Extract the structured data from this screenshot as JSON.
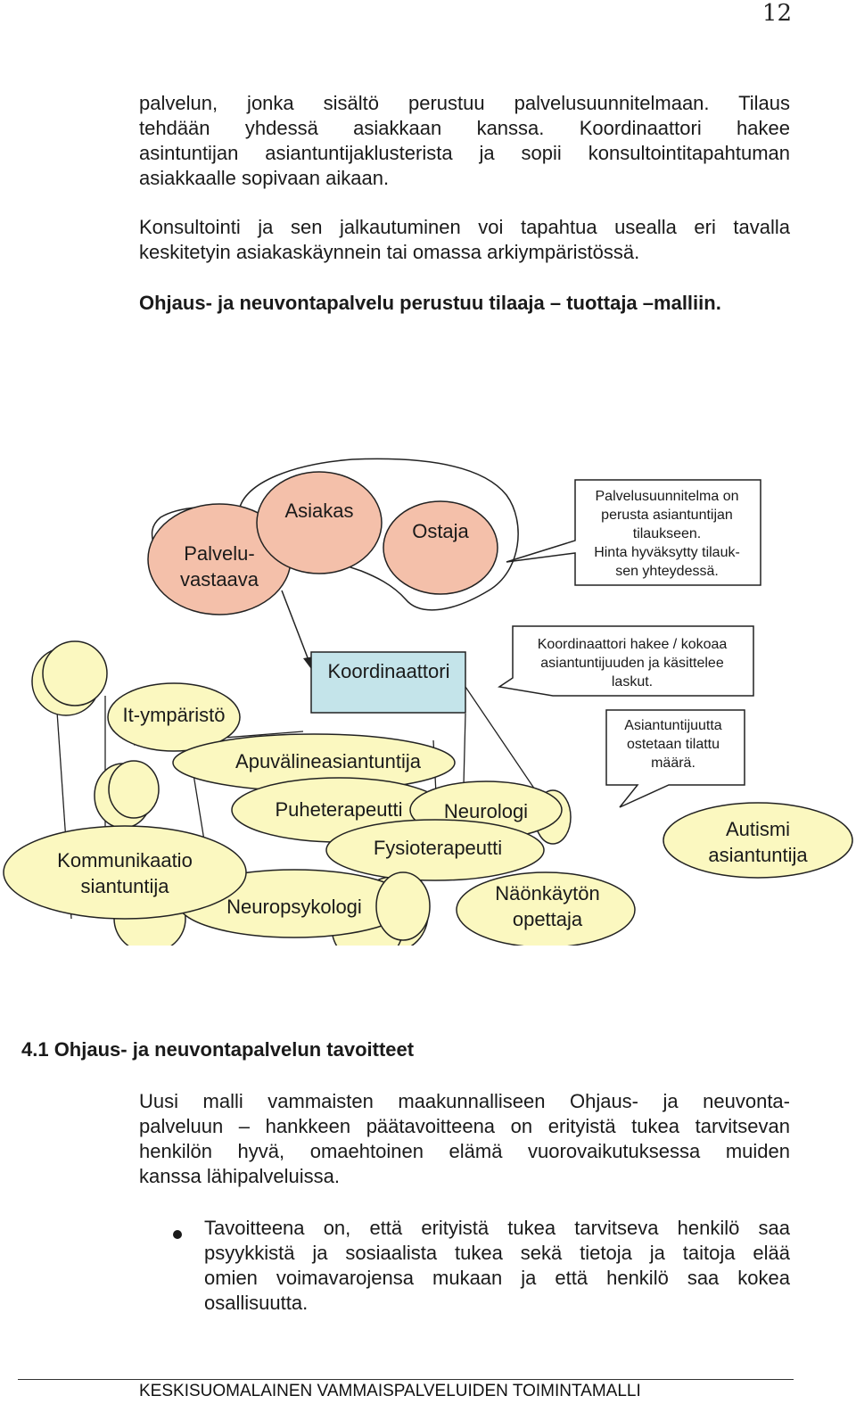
{
  "page_number": "12",
  "paragraphs": [
    {
      "lines": [
        "palvelun, jonka sisältö perustuu palvelusuunnitelmaan. Tilaus",
        "tehdään yhdessä asiakkaan kanssa. Koordinaattori hakee",
        "asintuntijan asiantuntijaklusterista ja sopii konsultointitapahtuman",
        "asiakkaalle sopivaan aikaan."
      ]
    },
    {
      "lines": [
        "Konsultointi ja sen jalkautuminen voi tapahtua usealla eri tavalla",
        "keskitetyin asiakaskäynnein tai omassa arkiympäristössä."
      ]
    }
  ],
  "bold_statement": "Ohjaus- ja neuvontapalvelu perustuu tilaaja – tuottaja –malliin.",
  "diagram": {
    "palveluvastaava": [
      "Palvelu-",
      "vastaava"
    ],
    "asiakas": "Asiakas",
    "ostaja": "Ostaja",
    "callout_plan": [
      "Palvelusuunnitelma on",
      "perusta asiantuntijan",
      "tilaukseen.",
      "Hinta hyväksytty tilauk-",
      "sen yhteydessä."
    ],
    "koordinaattori": "Koordinaattori",
    "callout_coordinator": [
      "Koordinaattori hakee / kokoaa",
      "asiantuntijuuden ja käsittelee",
      "laskut."
    ],
    "callout_ordered": [
      "Asiantuntijuutta",
      "ostetaan tilattu",
      "määrä."
    ],
    "it_ymparisto": "It-ympäristö",
    "apuvalineasiantuntija": "Apuvälineasiantuntija",
    "puheterapeutti": "Puheterapeutti",
    "neurologi": "Neurologi",
    "fysioterapeutti": "Fysioterapeutti",
    "kommunikaatio": [
      "Kommunikaatio",
      "siantuntija"
    ],
    "neuropsykologi": "Neuropsykologi",
    "naonkaytto": [
      "Näönkäytön",
      "opettaja"
    ],
    "autismi": [
      "Autismi",
      "asiantuntija"
    ],
    "colors": {
      "salmon": "#f4c0aa",
      "yellow": "#fbf8c0",
      "blue": "#c4e4ea",
      "stroke": "#222222"
    }
  },
  "section_heading": "4.1 Ohjaus- ja neuvontapalvelun tavoitteet",
  "goal_paragraph": {
    "lines": [
      "Uusi malli vammaisten maakunnalliseen Ohjaus- ja neuvonta-",
      "palveluun – hankkeen päätavoitteena on erityistä tukea tarvitsevan",
      "henkilön hyvä, omaehtoinen elämä vuorovaikutuksessa muiden",
      "kanssa lähipalveluissa."
    ]
  },
  "bullet": {
    "lines": [
      "Tavoitteena on, että erityistä tukea tarvitseva henkilö saa",
      "psyykkistä ja sosiaalista tukea sekä tietoja ja taitoja elää",
      "omien voimavarojensa mukaan ja että henkilö saa kokea",
      "osallisuutta."
    ]
  },
  "footer": "KESKISUOMALAINEN VAMMAISPALVELUIDEN TOIMINTAMALLI"
}
